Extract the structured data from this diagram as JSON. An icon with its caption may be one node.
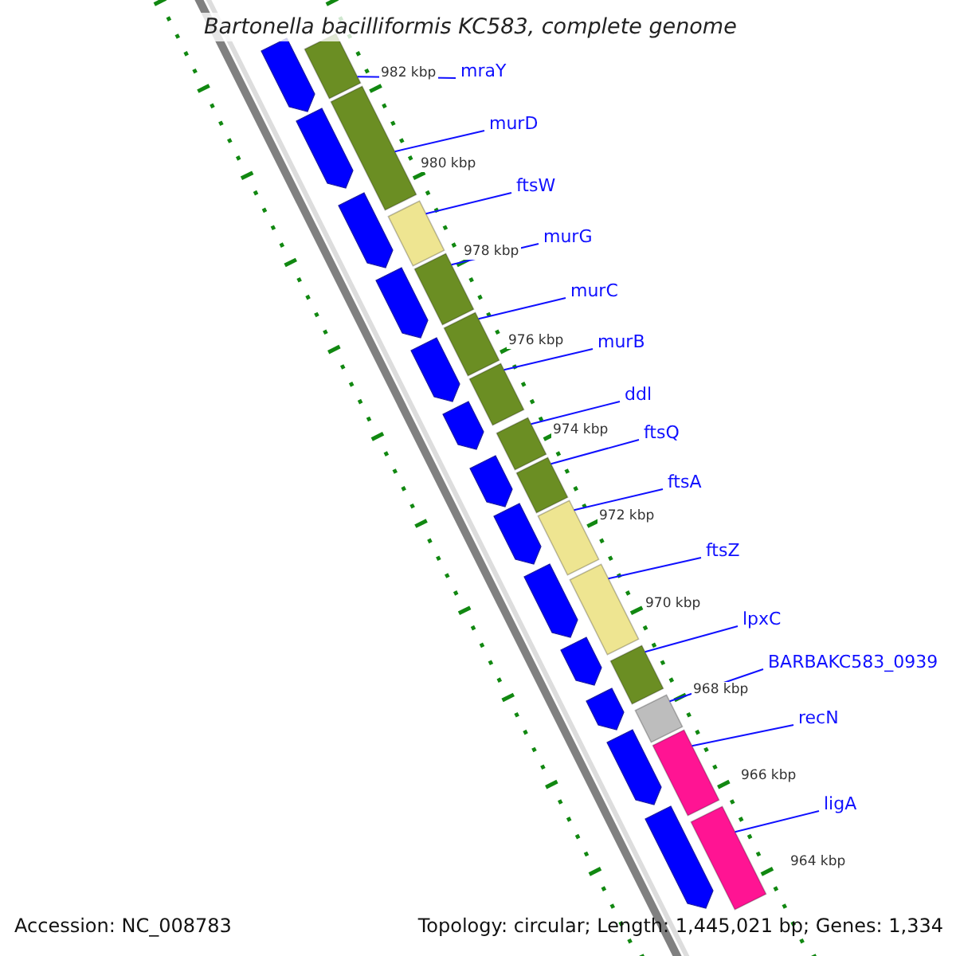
{
  "diagram": {
    "title": "Bartonella bacilliformis KC583, complete genome",
    "nodes": [
      {
        "text": [
          "mraY"
        ]
      },
      {
        "text": [
          "murD"
        ]
      },
      {
        "text": [
          "ftsW"
        ]
      },
      {
        "text": [
          "murG"
        ]
      },
      {
        "text": [
          "murC"
        ]
      },
      {
        "text": [
          "murB"
        ]
      },
      {
        "text": [
          "ddl"
        ]
      },
      {
        "text": [
          "ftsQ"
        ]
      },
      {
        "text": [
          "ftsA"
        ]
      },
      {
        "text": [
          "ftsZ"
        ]
      },
      {
        "text": [
          "lpxC"
        ]
      },
      {
        "text": [
          "BARBAKC583_0939"
        ]
      },
      {
        "text": [
          "recN"
        ]
      },
      {
        "text": [
          "ligA"
        ]
      },
      {
        "text": [],
        "shape": "bar"
      },
      {
        "text": [],
        "shape": "bar"
      },
      {
        "text": [],
        "shape": "bar"
      },
      {
        "text": [],
        "shape": "bar"
      },
      {
        "text": [],
        "shape": "bar"
      },
      {
        "text": [],
        "shape": "bar"
      },
      {
        "text": [],
        "shape": "bar"
      },
      {
        "text": [],
        "shape": "bar"
      },
      {
        "text": [],
        "shape": "bar"
      },
      {
        "text": [],
        "shape": "bar"
      },
      {
        "text": [],
        "shape": "bar"
      },
      {
        "text": [],
        "shape": "bar"
      },
      {
        "text": [],
        "shape": "bar"
      },
      {
        "text": [],
        "shape": "bar"
      }
    ],
    "edges": [
      {
        "from": 0,
        "to": 14,
        "arrow": "none"
      },
      {
        "from": 1,
        "to": 15,
        "arrow": "none"
      },
      {
        "from": 2,
        "to": 16,
        "arrow": "none"
      },
      {
        "from": 3,
        "to": 17,
        "arrow": "none"
      },
      {
        "from": 4,
        "to": 18,
        "arrow": "none"
      },
      {
        "from": 5,
        "to": 19,
        "arrow": "none"
      },
      {
        "from": 6,
        "to": 20,
        "arrow": "none"
      },
      {
        "from": 7,
        "to": 21,
        "arrow": "none"
      },
      {
        "from": 8,
        "to": 22,
        "arrow": "none"
      },
      {
        "from": 9,
        "to": 23,
        "arrow": "none"
      },
      {
        "from": 10,
        "to": 24,
        "arrow": "none"
      },
      {
        "from": 11,
        "to": 25,
        "arrow": "none"
      },
      {
        "from": 12,
        "to": 26,
        "arrow": "none"
      },
      {
        "from": 13,
        "to": 27,
        "arrow": "none"
      }
    ],
    "labels": [
      "982 kbp",
      "980 kbp",
      "978 kbp",
      "976 kbp",
      "974 kbp",
      "972 kbp",
      "970 kbp",
      "968 kbp",
      "966 kbp",
      "964 kbp",
      "Accession: NC_008783",
      "Topology: circular; Length: 1,445,021 bp; Genes: 1,334"
    ]
  }
}
